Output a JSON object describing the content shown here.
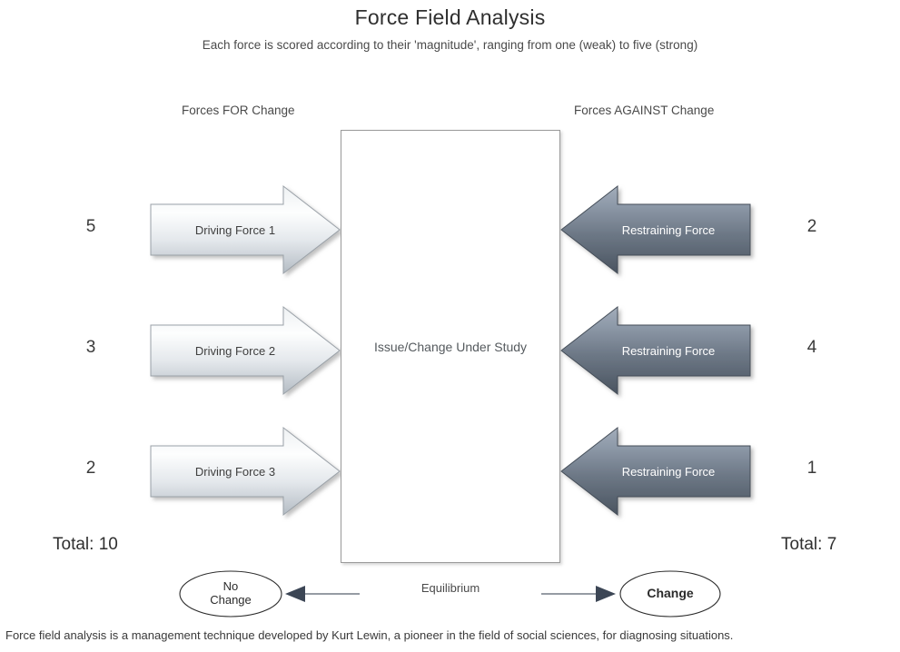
{
  "title": "Force Field Analysis",
  "subtitle": "Each force is scored according to their 'magnitude', ranging from one (weak) to five (strong)",
  "headings": {
    "left": "Forces FOR Change",
    "right": "Forces AGAINST Change"
  },
  "center": {
    "label": "Issue/Change Under Study"
  },
  "driving_forces": [
    {
      "label": "Driving Force 1",
      "score": "5"
    },
    {
      "label": "Driving Force 2",
      "score": "3"
    },
    {
      "label": "Driving Force 3",
      "score": "2"
    }
  ],
  "restraining_forces": [
    {
      "label": "Restraining Force",
      "score": "2"
    },
    {
      "label": "Restraining Force",
      "score": "4"
    },
    {
      "label": "Restraining Force",
      "score": "1"
    }
  ],
  "totals": {
    "left": "Total: 10",
    "right": "Total: 7"
  },
  "outcomes": {
    "no_change_line1": "No",
    "no_change_line2": "Change",
    "change": "Change",
    "equilibrium": "Equilibrium"
  },
  "footer": "Force field analysis is a management technique developed by Kurt Lewin, a pioneer in the field of social sciences, for diagnosing situations.",
  "colors": {
    "driving_arrow_light": "#fdfdfd",
    "driving_arrow_dark": "#b8bfc6",
    "driving_arrow_stroke": "#9aa1a8",
    "restraining_arrow_light": "#9aa5b3",
    "restraining_arrow_dark": "#4d5763",
    "restraining_arrow_stroke": "#444e59",
    "box_stroke": "#9a9a9a",
    "equilibrium_arrow": "#3c4655",
    "ellipse_stroke": "#2b2b2b"
  }
}
